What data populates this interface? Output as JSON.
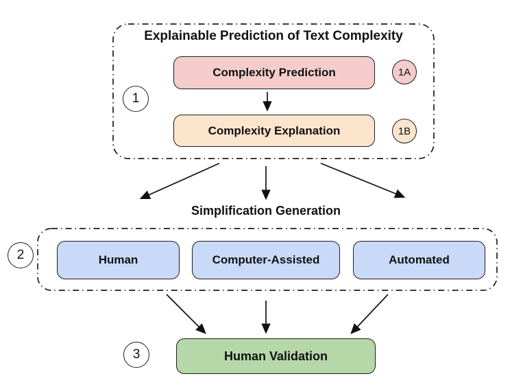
{
  "stage1": {
    "step": "1",
    "title": "Explainable Prediction of Text Complexity",
    "prediction_box": {
      "label": "Complexity Prediction",
      "badge": "1A",
      "color": "#f4cccc"
    },
    "explanation_box": {
      "label": "Complexity Explanation",
      "badge": "1B",
      "color": "#fce5cd"
    }
  },
  "stage2": {
    "step": "2",
    "title": "Simplification Generation",
    "boxes": [
      {
        "label": "Human"
      },
      {
        "label": "Computer-Assisted"
      },
      {
        "label": "Automated"
      }
    ],
    "box_color": "#c9daf8"
  },
  "stage3": {
    "step": "3",
    "validation_box": {
      "label": "Human Validation",
      "color": "#b6d7a8"
    }
  },
  "colors": {
    "border": "#1c1c1c",
    "background": "#ffffff",
    "arrow": "#111111"
  }
}
